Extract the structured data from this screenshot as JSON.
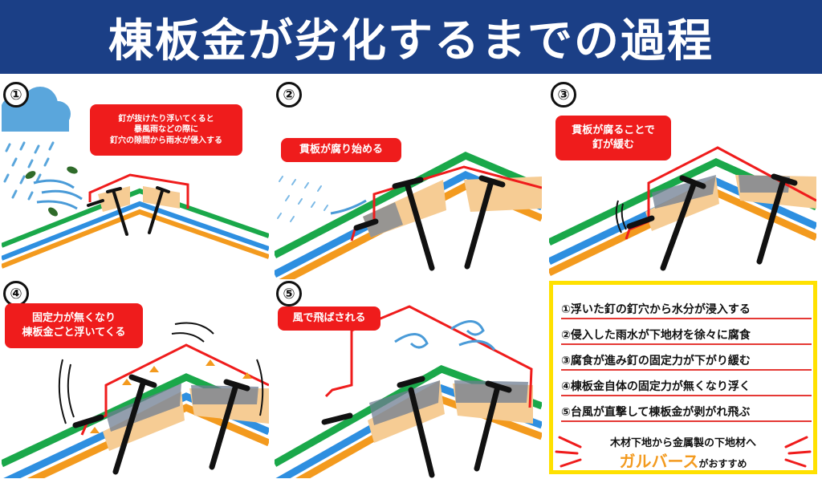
{
  "title": "棟板金が劣化するまでの過程",
  "colors": {
    "title_bg": "#1b3f86",
    "bubble": "#ef1c1c",
    "summary_border": "#ffe100",
    "accent_orange": "#f39a1e"
  },
  "panels": [
    {
      "number": "①",
      "bubble_lines": [
        "釘が抜けたり浮いてくると",
        "暴風雨などの際に",
        "釘穴の隙間から雨水が侵入する"
      ]
    },
    {
      "number": "②",
      "bubble_lines": [
        "貫板が腐り始める"
      ]
    },
    {
      "number": "③",
      "bubble_lines": [
        "貫板が腐ることで",
        "釘が緩む"
      ]
    },
    {
      "number": "④",
      "bubble_lines": [
        "固定力が無くなり",
        "棟板金ごと浮いてくる"
      ]
    },
    {
      "number": "⑤",
      "bubble_lines": [
        "風で飛ばされる"
      ]
    }
  ],
  "summary": {
    "items": [
      "①浮いた釘の釘穴から水分が浸入する",
      "②侵入した雨水が下地材を徐々に腐食",
      "③腐食が進み釘の固定力が下がり緩む",
      "④棟板金自体の固定力が無くなり浮く",
      "⑤台風が直撃して棟板金が剥がれ飛ぶ"
    ],
    "footer_line1": "木材下地から金属製の下地材へ",
    "footer_highlight": "ガルバース",
    "footer_tail": "がおすすめ"
  }
}
